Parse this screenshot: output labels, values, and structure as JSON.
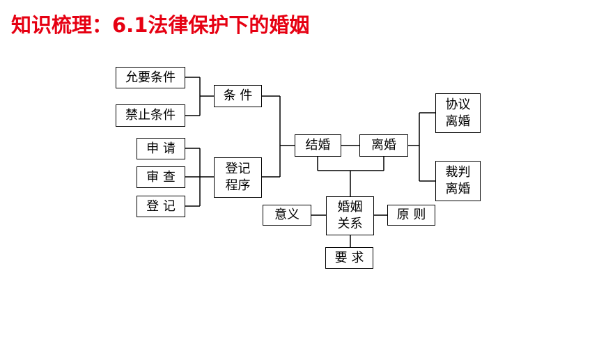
{
  "title": "知识梳理：6.1法律保护下的婚姻",
  "nodes": {
    "biyao": "允要条件",
    "jinzhi": "禁止条件",
    "tiaojian": "条 件",
    "shenqing": "申 请",
    "shencha": "审 查",
    "dengji": "登 记",
    "dengji_chengxu": "登记\n程序",
    "jiehun": "结婚",
    "lihun": "离婚",
    "xieyi_lihun": "协议\n离婚",
    "caipan_lihun": "裁判\n离婚",
    "hunyin_guanxi": "婚姻\n关系",
    "yiyi": "意义",
    "yuanze": "原 则",
    "yaoqiu": "要 求"
  },
  "colors": {
    "title": "#e60012",
    "line": "#000000"
  }
}
